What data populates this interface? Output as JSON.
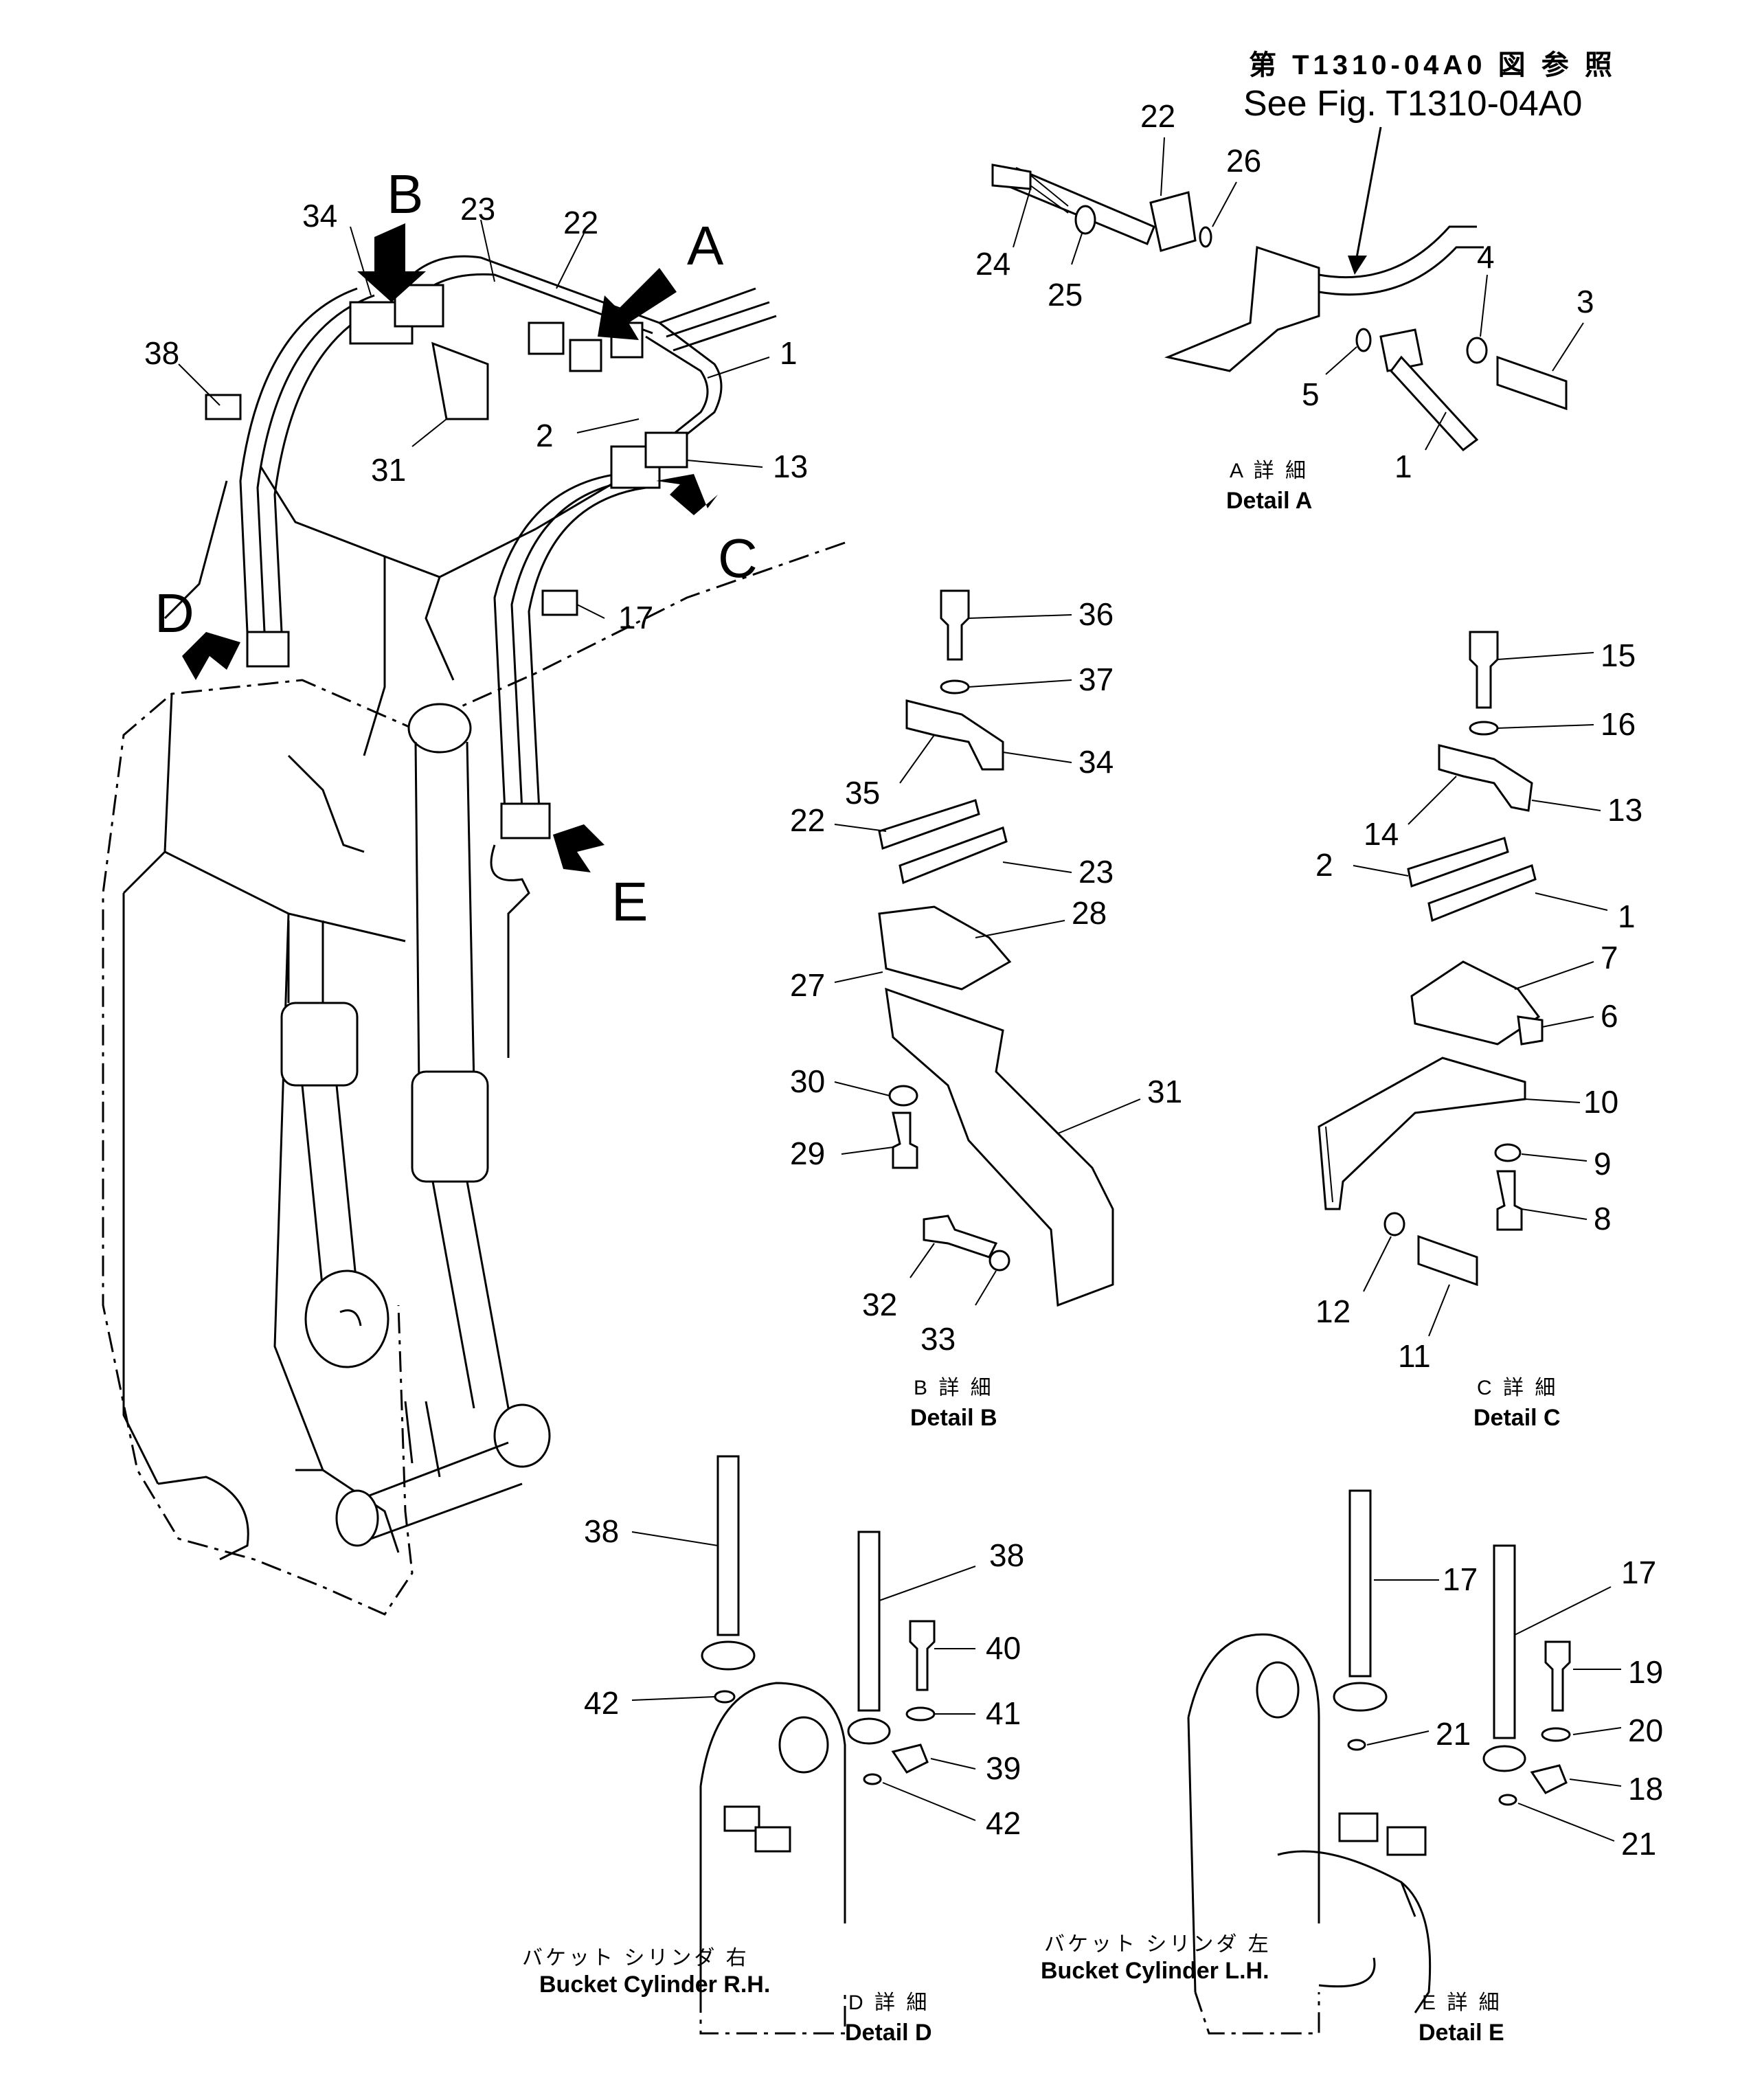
{
  "reference": {
    "jp": "第 T1310-04A0 図 参 照",
    "en": "See Fig. T1310-04A0"
  },
  "view_letters": {
    "a": "A",
    "b": "B",
    "c": "C",
    "d": "D",
    "e": "E"
  },
  "main_callouts": {
    "c34": "34",
    "c23": "23",
    "c22": "22",
    "c38": "38",
    "c1": "1",
    "c2": "2",
    "c31": "31",
    "c13": "13",
    "c17": "17"
  },
  "detail_a": {
    "caption_jp": "A 詳 細",
    "caption_en": "Detail A",
    "callouts": {
      "c22": "22",
      "c26": "26",
      "c24": "24",
      "c25": "25",
      "c4": "4",
      "c3": "3",
      "c5": "5",
      "c1": "1"
    }
  },
  "detail_b": {
    "caption_jp": "B 詳 細",
    "caption_en": "Detail B",
    "callouts": {
      "c36": "36",
      "c37": "37",
      "c35": "35",
      "c34": "34",
      "c22": "22",
      "c23": "23",
      "c28": "28",
      "c27": "27",
      "c30": "30",
      "c31": "31",
      "c29": "29",
      "c32": "32",
      "c33": "33"
    }
  },
  "detail_c": {
    "caption_jp": "C 詳 細",
    "caption_en": "Detail C",
    "callouts": {
      "c15": "15",
      "c16": "16",
      "c14": "14",
      "c13": "13",
      "c2": "2",
      "c1": "1",
      "c7": "7",
      "c6": "6",
      "c10": "10",
      "c9": "9",
      "c8": "8",
      "c12": "12",
      "c11": "11"
    }
  },
  "detail_d": {
    "caption_jp": "D 詳 細",
    "caption_en": "Detail D",
    "cyl_jp": "バケット  シリンダ  右",
    "cyl_en": "Bucket Cylinder R.H.",
    "callouts": {
      "c38a": "38",
      "c38b": "38",
      "c40": "40",
      "c41": "41",
      "c42a": "42",
      "c39": "39",
      "c42b": "42"
    }
  },
  "detail_e": {
    "caption_jp": "E 詳 細",
    "caption_en": "Detail E",
    "cyl_jp": "バケット  シリンダ  左",
    "cyl_en": "Bucket Cylinder L.H.",
    "callouts": {
      "c17a": "17",
      "c17b": "17",
      "c19": "19",
      "c21a": "21",
      "c20": "20",
      "c18": "18",
      "c21b": "21"
    }
  }
}
